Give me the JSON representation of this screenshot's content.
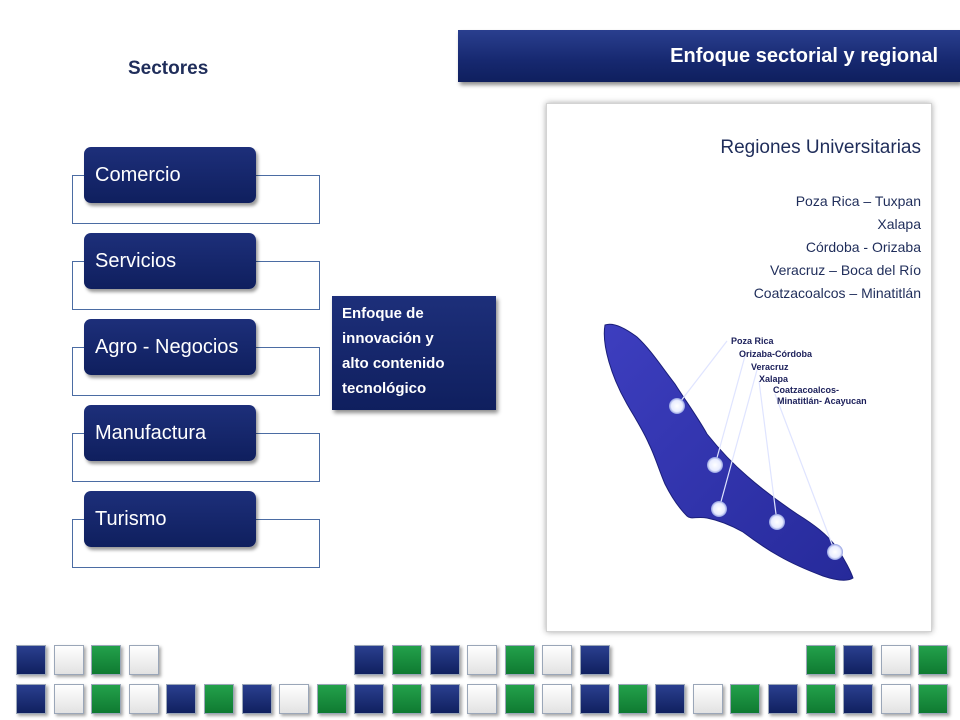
{
  "header": {
    "title": "Enfoque sectorial y regional"
  },
  "sectors": {
    "heading": "Sectores",
    "items": [
      {
        "label": "Comercio"
      },
      {
        "label": "Servicios"
      },
      {
        "label": "Agro - Negocios"
      },
      {
        "label": "Manufactura"
      },
      {
        "label": "Turismo"
      }
    ]
  },
  "innovation": {
    "lines": [
      "Enfoque de",
      "innovación  y",
      "alto contenido",
      "tecnológico"
    ]
  },
  "regions": {
    "title": "Regiones Universitarias",
    "items": [
      "Poza Rica – Tuxpan",
      "Xalapa",
      "Córdoba -  Orizaba",
      "Veracruz – Boca del Río",
      "Coatzacoalcos – Minatitlán"
    ],
    "map_labels": [
      "Poza Rica",
      "Orizaba-Córdoba",
      "Veracruz",
      "Xalapa",
      "Coatzacoalcos-",
      "Minatitlán- Acayucan"
    ]
  },
  "colors": {
    "navy": "#13256b",
    "green": "#1a8c3e",
    "white_tile": "#f2f2f2"
  },
  "tile_rows": [
    [
      "b",
      "w",
      "g",
      "w",
      null,
      null,
      null,
      null,
      null,
      "b",
      "g",
      "b",
      "w",
      "g",
      "w",
      "b",
      null,
      null,
      null,
      null,
      null,
      "g",
      "b",
      "w",
      "g"
    ],
    [
      "b",
      "w",
      "g",
      "w",
      "b",
      "g",
      "b",
      "w",
      "g",
      "b",
      "g",
      "b",
      "w",
      "g",
      "w",
      "b",
      "g",
      "b",
      "w",
      "g",
      "b",
      "g",
      "b",
      "w",
      "g"
    ]
  ]
}
